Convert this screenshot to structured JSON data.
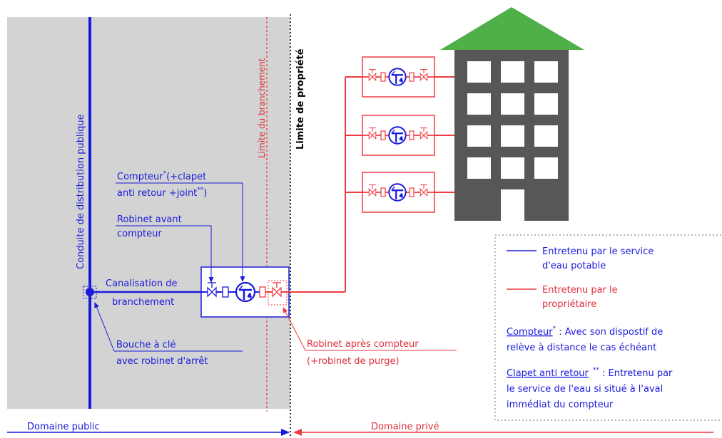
{
  "colors": {
    "public_blue": "#1a1adc",
    "private_red": "#ef3b43",
    "public_zone_gray": "#d3d3d3",
    "building_gray": "#575757",
    "roof_green": "#4fb04a",
    "window_white": "#ffffff"
  },
  "labels": {
    "main_pipe": "Conduite de distribution publique",
    "limite_branchement": "Limite du branchement",
    "limite_propriete": "Limite de propriété",
    "compteur_line1": "Compteur",
    "compteur_star": "*",
    "compteur_line1_rest": "(+clapet",
    "compteur_line2": "anti retour +joint",
    "compteur_line2_star": "**",
    "compteur_line2_end": ")",
    "robinet_avant_line1": "Robinet avant",
    "robinet_avant_line2": "compteur",
    "canalisation_line1": "Canalisation de",
    "canalisation_line2": "branchement",
    "bouche_line1": "Bouche à clé",
    "bouche_line2": "avec robinet d'arrêt",
    "robinet_apres_line1": "Robinet après compteur",
    "robinet_apres_line2": "(+robinet de purge)",
    "domaine_public": "Domaine public",
    "domaine_prive": "Domaine privé"
  },
  "legend": {
    "blue_line1": "Entretenu par le service",
    "blue_line2": "d'eau potable",
    "red_line1": "Entretenu par le",
    "red_line2": "propriétaire",
    "compteur_title": "Compteur",
    "compteur_star": "*",
    "compteur_line1": " : Avec son dispostif de",
    "compteur_line2": "relève à distance le cas échéant",
    "clapet_title": "Clapet anti retour",
    "clapet_star": "**",
    "clapet_line1": " : Entretenu par",
    "clapet_line2": "le service de l'eau si situé à l'aval",
    "clapet_line3": "immédiat du compteur"
  },
  "icons": {
    "valve": "valve-icon",
    "meter": "water-meter-icon",
    "building": "apartment-building-icon"
  }
}
